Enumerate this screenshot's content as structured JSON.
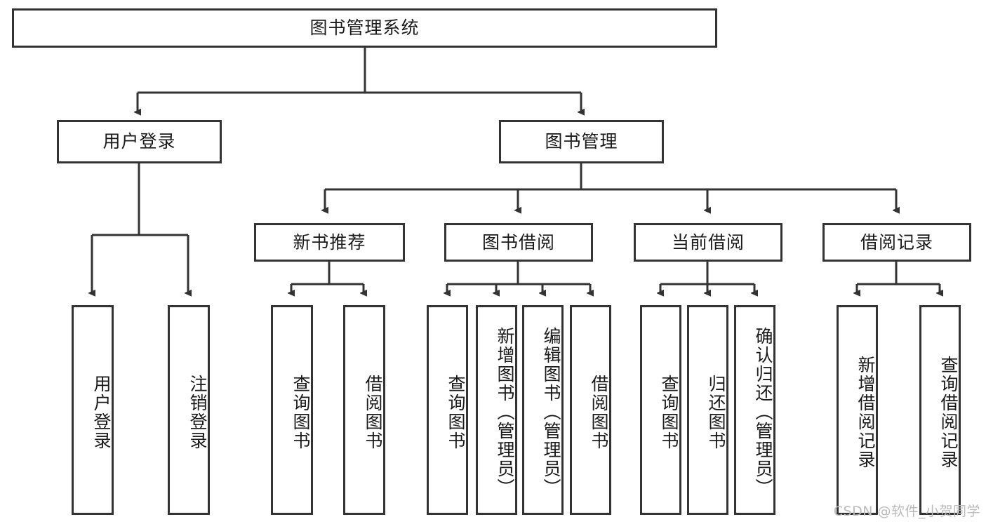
{
  "diagram": {
    "type": "tree-hierarchy",
    "title": "图书管理系统",
    "orientation": "top-down",
    "colors": {
      "border": "#333333",
      "fill": "#ffffff",
      "text": "#1a1a1a",
      "edge": "#333333",
      "watermark": "#bbbbbb"
    },
    "root": {
      "label": "图书管理系统"
    },
    "level2": [
      {
        "id": "user-login",
        "label": "用户登录"
      },
      {
        "id": "book-manage",
        "label": "图书管理"
      }
    ],
    "level3": [
      {
        "id": "new-book-recommend",
        "label": "新书推荐",
        "parent": "book-manage"
      },
      {
        "id": "book-borrow",
        "label": "图书借阅",
        "parent": "book-manage"
      },
      {
        "id": "current-borrow",
        "label": "当前借阅",
        "parent": "book-manage"
      },
      {
        "id": "borrow-record",
        "label": "借阅记录",
        "parent": "book-manage"
      }
    ],
    "leaves": {
      "user_login": [
        {
          "id": "leaf-user-login",
          "label": "用户登录"
        },
        {
          "id": "leaf-logout-login",
          "label": "注销登录"
        }
      ],
      "new_book_recommend": [
        {
          "id": "leaf-query-book-1",
          "label": "查询图书"
        },
        {
          "id": "leaf-borrow-book-1",
          "label": "借阅图书"
        }
      ],
      "book_borrow": [
        {
          "id": "leaf-query-book-2",
          "label": "查询图书"
        },
        {
          "id": "leaf-add-book",
          "label": "新增图书（管理员）"
        },
        {
          "id": "leaf-edit-book",
          "label": "编辑图书（管理员）"
        },
        {
          "id": "leaf-borrow-book-2",
          "label": "借阅图书"
        }
      ],
      "current_borrow": [
        {
          "id": "leaf-query-book-3",
          "label": "查询图书"
        },
        {
          "id": "leaf-return-book",
          "label": "归还图书"
        },
        {
          "id": "leaf-confirm-return",
          "label": "确认归还（管理员）"
        }
      ],
      "borrow_record": [
        {
          "id": "leaf-add-record",
          "label": "新增借阅记录"
        },
        {
          "id": "leaf-query-record",
          "label": "查询借阅记录"
        }
      ]
    },
    "watermark": "CSDN @软件_小贺同学"
  }
}
